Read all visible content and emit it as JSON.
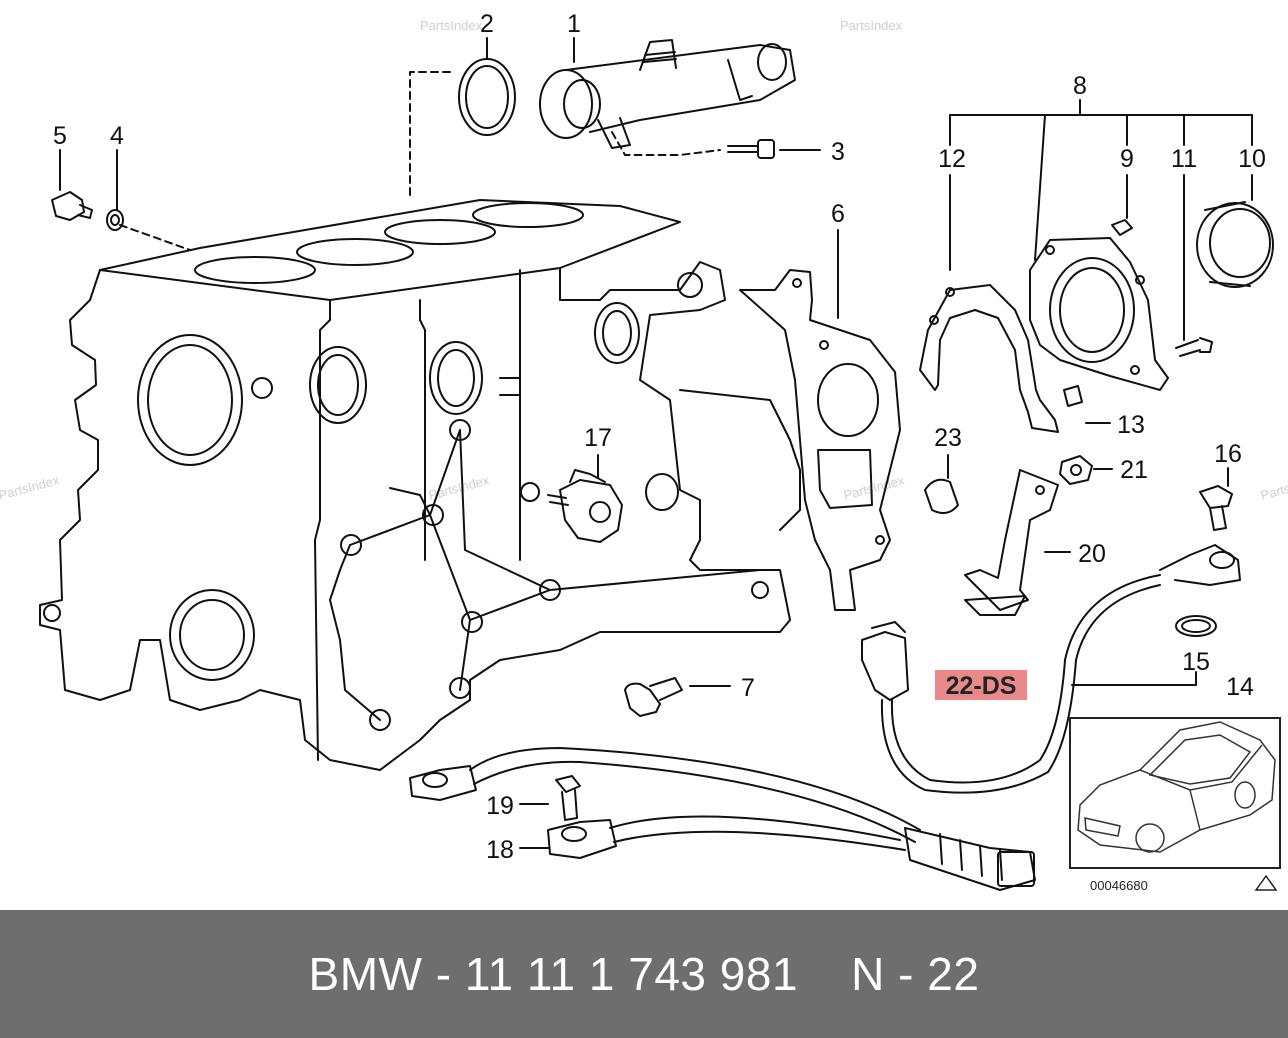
{
  "watermark": "PartsIndex",
  "callouts": {
    "c1": "1",
    "c2": "2",
    "c3": "3",
    "c4": "4",
    "c5": "5",
    "c6": "6",
    "c7": "7",
    "c8": "8",
    "c9": "9",
    "c10": "10",
    "c11": "11",
    "c12": "12",
    "c13": "13",
    "c14": "14",
    "c15": "15",
    "c16": "16",
    "c17": "17",
    "c18": "18",
    "c19": "19",
    "c20": "20",
    "c21": "21",
    "c23": "23"
  },
  "highlight": {
    "label": "22-DS",
    "color": "#e88a8a"
  },
  "inset": {
    "code": "00046680"
  },
  "footer": {
    "text": "BMW - 11 11 1 743 981    N - 22",
    "bg": "#6e6e6e"
  }
}
